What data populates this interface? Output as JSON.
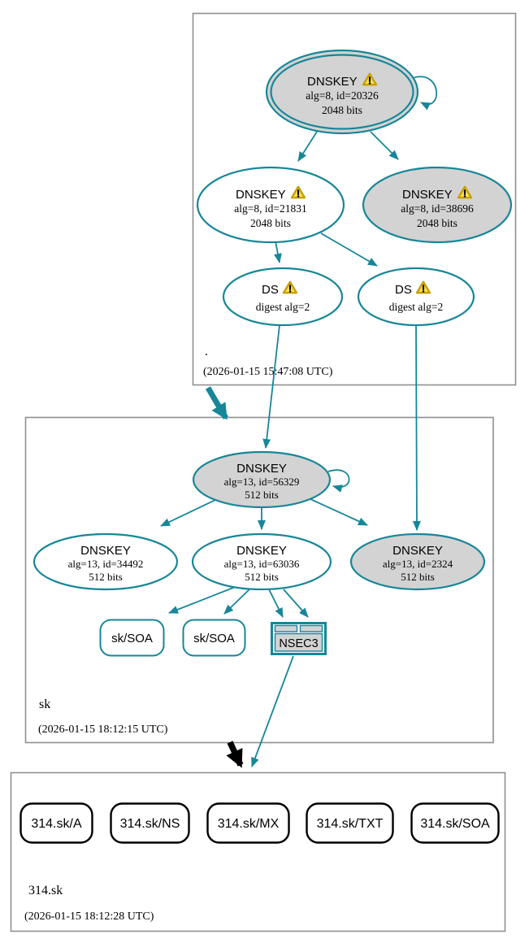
{
  "colors": {
    "secure_teal": "#178698",
    "node_fill_gray": "#d3d3d3",
    "zone_border_gray": "#8f8f8f",
    "insecure_black": "#000000",
    "warning_yellow": "#ffdf4e",
    "warning_border": "#c79f02"
  },
  "zones": {
    "root": {
      "name": ".",
      "timestamp": "(2026-01-15 15:47:08 UTC)",
      "nodes": {
        "ksk20326": {
          "title": "DNSKEY",
          "alg": "alg=8, id=20326",
          "bits": "2048 bits"
        },
        "key21831": {
          "title": "DNSKEY",
          "alg": "alg=8, id=21831",
          "bits": "2048 bits"
        },
        "key38696": {
          "title": "DNSKEY",
          "alg": "alg=8, id=38696",
          "bits": "2048 bits"
        },
        "ds1": {
          "title": "DS",
          "digest": "digest alg=2"
        },
        "ds2": {
          "title": "DS",
          "digest": "digest alg=2"
        }
      }
    },
    "sk": {
      "name": "sk",
      "timestamp": "(2026-01-15 18:12:15 UTC)",
      "nodes": {
        "key56329": {
          "title": "DNSKEY",
          "alg": "alg=13, id=56329",
          "bits": "512 bits"
        },
        "key34492": {
          "title": "DNSKEY",
          "alg": "alg=13, id=34492",
          "bits": "512 bits"
        },
        "key63036": {
          "title": "DNSKEY",
          "alg": "alg=13, id=63036",
          "bits": "512 bits"
        },
        "key2324": {
          "title": "DNSKEY",
          "alg": "alg=13, id=2324",
          "bits": "512 bits"
        },
        "soa1": {
          "label": "sk/SOA"
        },
        "soa2": {
          "label": "sk/SOA"
        },
        "nsec3": {
          "label": "NSEC3"
        }
      }
    },
    "zone314sk": {
      "name": "314.sk",
      "timestamp": "(2026-01-15 18:12:28 UTC)",
      "rrsets": [
        {
          "label": "314.sk/A"
        },
        {
          "label": "314.sk/NS"
        },
        {
          "label": "314.sk/MX"
        },
        {
          "label": "314.sk/TXT"
        },
        {
          "label": "314.sk/SOA"
        }
      ]
    }
  }
}
